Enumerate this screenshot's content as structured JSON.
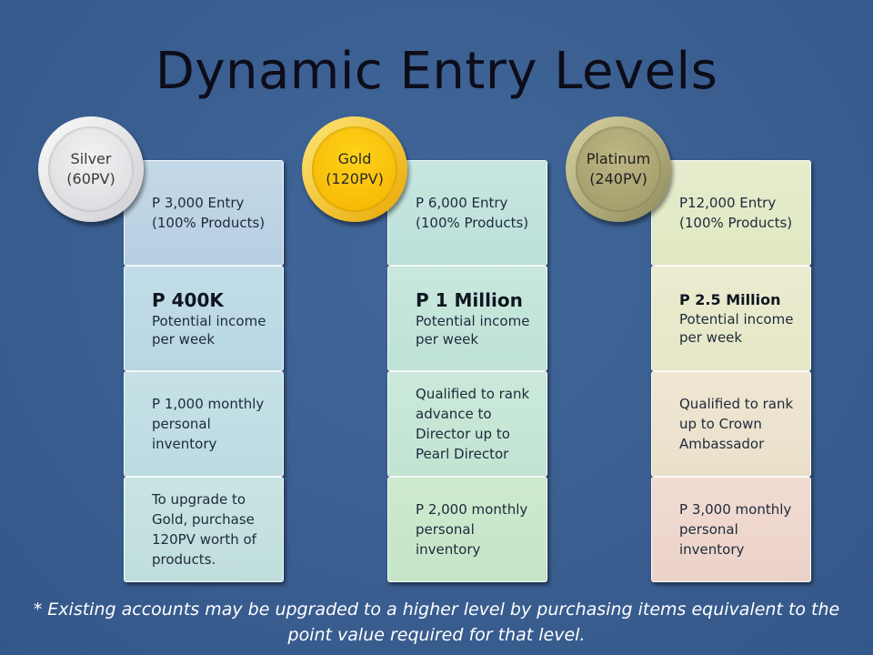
{
  "title": "Dynamic Entry Levels",
  "levels": [
    {
      "badge_name": "Silver",
      "badge_pv": "(60PV)",
      "entry": "P 3,000 Entry",
      "entry_note": "(100% Products)",
      "income": "P 400K",
      "income_note": "Potential income per week",
      "row3": "P 1,000 monthly personal inventory",
      "row4": "To upgrade to Gold, purchase 120PV worth of products."
    },
    {
      "badge_name": "Gold",
      "badge_pv": "(120PV)",
      "entry": "P 6,000 Entry",
      "entry_note": "(100% Products)",
      "income": "P 1 Million",
      "income_note": "Potential income per week",
      "row3": "Qualified to rank advance to Director up to Pearl Director",
      "row4": "P 2,000 monthly personal inventory"
    },
    {
      "badge_name": "Platinum",
      "badge_pv": "(240PV)",
      "entry": "P12,000 Entry",
      "entry_note": "(100% Products)",
      "income": "P 2.5 Million",
      "income_note": "Potential income per week",
      "row3": "Qualified to rank up to Crown Ambassador",
      "row4": "P 3,000 monthly personal inventory"
    }
  ],
  "footnote": "* Existing accounts may be upgraded to a higher level by purchasing items equivalent to the point value required for that level."
}
